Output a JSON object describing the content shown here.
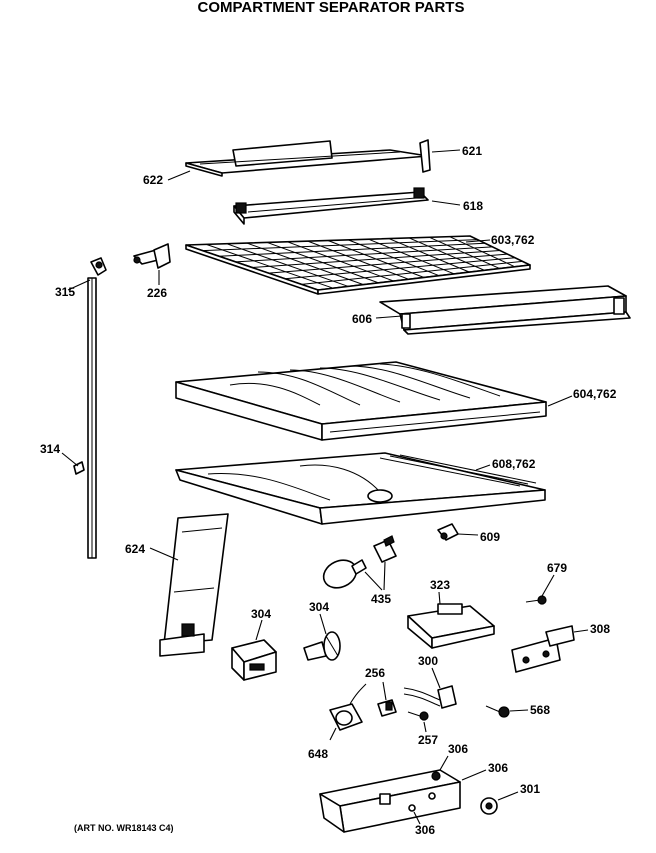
{
  "header": {
    "title": "COMPARTMENT SEPARATOR PARTS"
  },
  "footer": {
    "art_no": "(ART NO. WR18143 C4)"
  },
  "callouts": {
    "p621": "621",
    "p622": "622",
    "p618": "618",
    "p603": "603,762",
    "p315": "315",
    "p226": "226",
    "p606": "606",
    "p604": "604,762",
    "p314": "314",
    "p608": "608,762",
    "p609": "609",
    "p624": "624",
    "p435": "435",
    "p323": "323",
    "p679": "679",
    "p304a": "304",
    "p304b": "304",
    "p308": "308",
    "p256": "256",
    "p300": "300",
    "p568": "568",
    "p648": "648",
    "p257": "257",
    "p306a": "306",
    "p306b": "306",
    "p301": "301",
    "p306c": "306"
  }
}
